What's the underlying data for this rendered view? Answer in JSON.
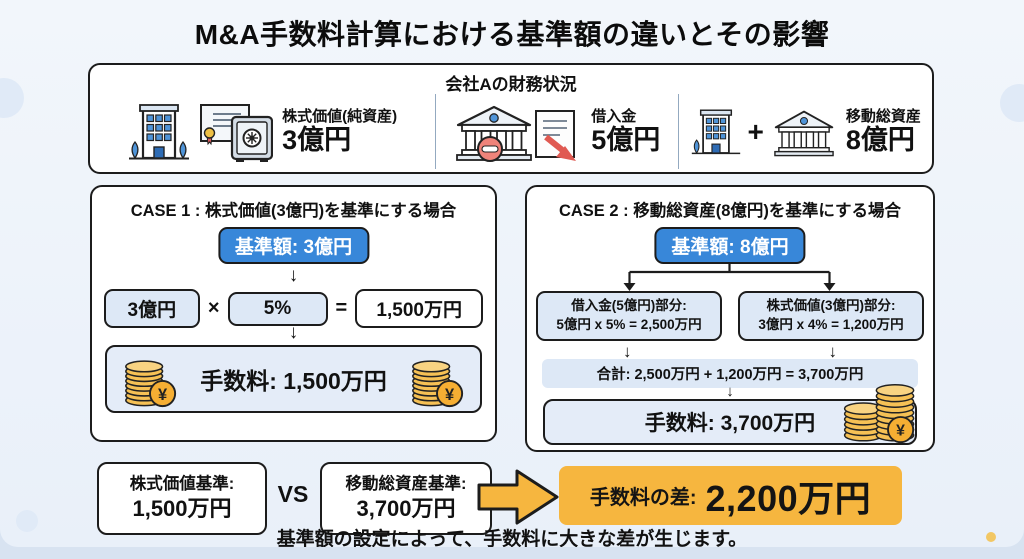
{
  "title": "M&A手数料計算における基準額の違いとその影響",
  "company_panel": {
    "title": "会社Aの財務状況",
    "items": [
      {
        "label": "株式価値(純資産)",
        "value": "3億円"
      },
      {
        "label": "借入金",
        "value": "5億円"
      },
      {
        "label": "移動総資産",
        "value": "8億円"
      }
    ]
  },
  "case1": {
    "title": "CASE 1 : 株式価値(3億円)を基準にする場合",
    "base_label": "基準額: 3億円",
    "formula": {
      "operand1": "3億円",
      "multiply": "×",
      "operand2": "5%",
      "equals": "=",
      "result": "1,500万円"
    },
    "fee_label": "手数料: 1,500万円"
  },
  "case2": {
    "title": "CASE 2 : 移動総資産(8億円)を基準にする場合",
    "base_label": "基準額: 8億円",
    "branch_left": {
      "line1": "借入金(5億円)部分:",
      "line2": "5億円 x 5% = 2,500万円"
    },
    "branch_right": {
      "line1": "株式価値(3億円)部分:",
      "line2": "3億円 x 4% = 1,200万円"
    },
    "total_label": "合計: 2,500万円 + 1,200万円 = 3,700万円",
    "fee_label": "手数料: 3,700万円"
  },
  "comparison": {
    "left_box": {
      "label": "株式価値基準:",
      "value": "1,500万円"
    },
    "vs_label": "VS",
    "right_box": {
      "label": "移動総資産基準:",
      "value": "3,700万円"
    },
    "diff_box": {
      "label": "手数料の差:",
      "value": "2,200万円"
    }
  },
  "footer_note": "基準額の設定によって、手数料に大きな差が生じます。",
  "glyphs": {
    "down_arrow": "↓",
    "plus": "+",
    "coin_symbol": "¥"
  },
  "colors": {
    "background": "#d8e3f1",
    "card": "#eef3fa",
    "accent_blue": "#3887d9",
    "light_blue_fill": "#dde8f6",
    "fee_fill": "#e4ecf8",
    "accent_orange": "#f6b63f",
    "coin_gold": "#f6c155",
    "outline": "#1c1c1c"
  }
}
